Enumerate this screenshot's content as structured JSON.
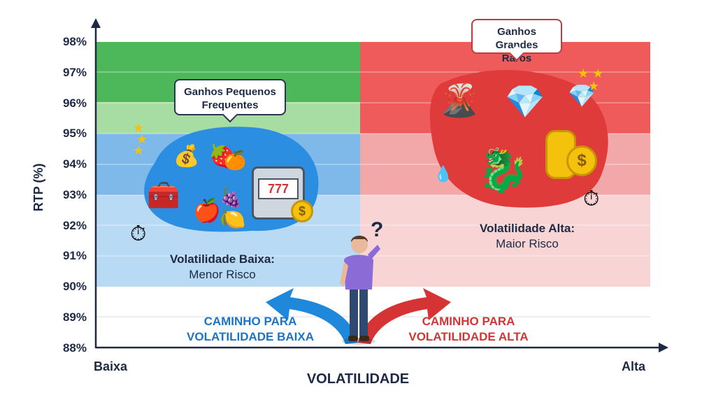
{
  "axes": {
    "y_label": "RTP (%)",
    "y_ticks": [
      "98%",
      "97%",
      "96%",
      "95%",
      "94%",
      "93%",
      "92%",
      "91%",
      "90%",
      "89%",
      "88%"
    ],
    "x_label": "VOLATILIDADE",
    "x_low": "Baixa",
    "x_high": "Alta"
  },
  "low_zone": {
    "bubble": [
      "Ganhos Pequenos",
      "Frequentes"
    ],
    "title": "Volatilidade Baixa:",
    "subtitle": "Menor Risco",
    "path": [
      "CAMINHO PARA",
      "VOLATILIDADE BAIXA"
    ],
    "icons": [
      "stars-icon",
      "treasure-chest-icon",
      "gold-pot-icon",
      "strawberry-icon",
      "orange-icon",
      "slot-machine-icon",
      "apple-icon",
      "grapes-icon",
      "lemon-icon",
      "coin-icon",
      "stopwatch-icon"
    ]
  },
  "high_zone": {
    "bubble": [
      "Ganhos",
      "Grandes Raros"
    ],
    "title": "Volatilidade Alta:",
    "subtitle": "Maior Risco",
    "path": [
      "CAMINHO PARA",
      "VOLATILIDADE ALTA"
    ],
    "icons": [
      "volcano-icon",
      "diamond-icon",
      "dragon-icon",
      "coin-stack-icon",
      "stars-icon",
      "stopwatch-icon",
      "drop-icon"
    ]
  },
  "colors": {
    "green_dark": "#4cb85a",
    "green_light": "#a7dca3",
    "blue_dark": "#7fb9ea",
    "blue_light": "#b9daf5",
    "red_dark": "#ef5a5a",
    "red_mid": "#f2a8a8",
    "red_light": "#f8d4d4",
    "low_text": "#1a74c8",
    "high_text": "#d33434"
  }
}
